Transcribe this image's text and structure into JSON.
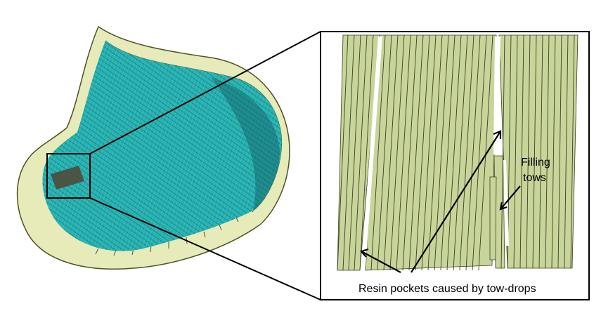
{
  "labels": {
    "filling_tows_line1": "Filling",
    "filling_tows_line2": "tows",
    "resin_pockets": "Resin pockets caused by tow-drops"
  },
  "colors": {
    "background": "#ffffff",
    "mould_surface": "#e6ebb9",
    "mould_edge": "#4d5228",
    "tow_cyan": "#1fb5b8",
    "tow_dark": "#127a80",
    "tow_tan": "#b8a878",
    "zoom_tow_fill": "#c8d59a",
    "zoom_tow_line": "#3b3f23",
    "frame_stroke": "#000000"
  }
}
